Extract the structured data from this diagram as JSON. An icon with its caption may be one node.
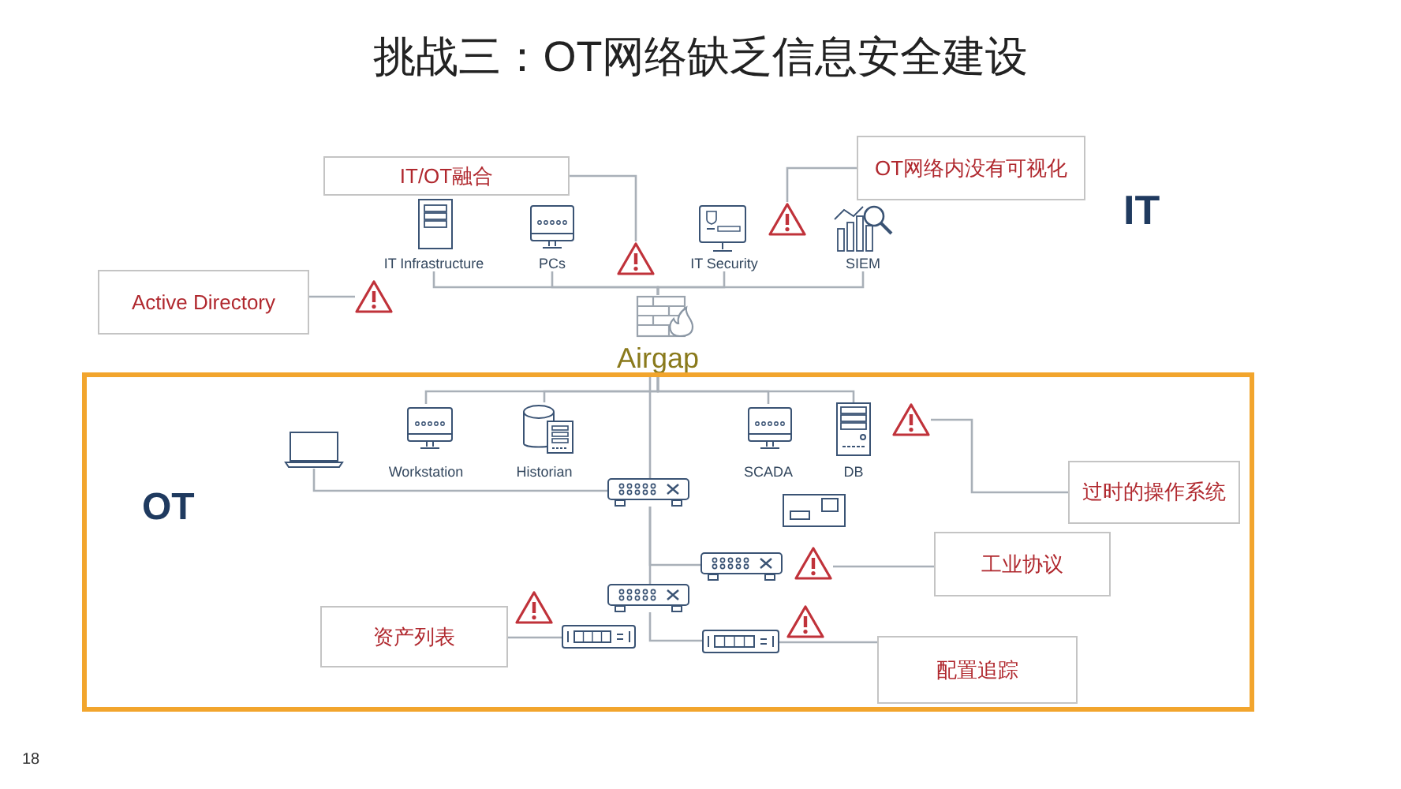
{
  "diagram": {
    "title": "挑战三：OT网络缺乏信息安全建设",
    "nodes": [
      {
        "text": [
          "IT/OT融合"
        ]
      },
      {
        "text": [
          "OT网络内没有可视化"
        ]
      },
      {
        "text": [
          "IT Infrastructure"
        ]
      },
      {
        "text": [
          "PCs"
        ]
      },
      {
        "text": [],
        "shape": "triangle"
      },
      {
        "text": [
          "IT Security"
        ]
      },
      {
        "text": [],
        "shape": "triangle"
      },
      {
        "text": [
          "SIEM"
        ]
      },
      {
        "text": [
          "Active Directory"
        ]
      },
      {
        "text": [],
        "shape": "triangle"
      },
      {
        "text": [],
        "shape": "firewall",
        "beside": [
          "Airgap"
        ]
      },
      {
        "text": [
          "OT"
        ]
      },
      {
        "text": [],
        "shape": "laptop",
        "in": 11
      },
      {
        "text": [
          "Workstation"
        ],
        "in": 11
      },
      {
        "text": [
          "Historian"
        ],
        "in": 11
      },
      {
        "text": [
          "SCADA"
        ],
        "in": 11
      },
      {
        "text": [
          "DB"
        ],
        "in": 11
      },
      {
        "text": [],
        "shape": "triangle",
        "in": 11
      },
      {
        "text": [
          "过时的操作系统"
        ],
        "in": 11
      },
      {
        "text": [],
        "shape": "switch",
        "in": 11
      },
      {
        "text": [],
        "shape": "box",
        "in": 11
      },
      {
        "text": [],
        "shape": "switch",
        "in": 11
      },
      {
        "text": [],
        "shape": "triangle",
        "in": 11
      },
      {
        "text": [
          "工业协议"
        ],
        "in": 11
      },
      {
        "text": [],
        "shape": "switch",
        "in": 11
      },
      {
        "text": [],
        "shape": "triangle",
        "in": 11
      },
      {
        "text": [
          "资产列表"
        ],
        "in": 11
      },
      {
        "text": [],
        "shape": "panel",
        "in": 11
      },
      {
        "text": [],
        "shape": "triangle",
        "in": 11
      },
      {
        "text": [],
        "shape": "panel",
        "in": 11
      },
      {
        "text": [
          "配置追踪"
        ],
        "in": 11
      }
    ],
    "edges": [
      {
        "from": 0,
        "to": 4,
        "arrow": "none"
      },
      {
        "from": 1,
        "to": 6,
        "arrow": "none"
      },
      {
        "from": 8,
        "to": 9,
        "arrow": "none"
      },
      {
        "from": 10,
        "to": 2,
        "arrow": "none"
      },
      {
        "from": 10,
        "to": 3,
        "arrow": "none"
      },
      {
        "from": 10,
        "to": 5,
        "arrow": "none"
      },
      {
        "from": 10,
        "to": 7,
        "arrow": "none"
      },
      {
        "from": 10,
        "to": 13,
        "arrow": "none"
      },
      {
        "from": 10,
        "to": 14,
        "arrow": "none"
      },
      {
        "from": 10,
        "to": 15,
        "arrow": "none"
      },
      {
        "from": 10,
        "to": 16,
        "arrow": "none"
      },
      {
        "from": 10,
        "to": 19,
        "arrow": "none"
      },
      {
        "from": 12,
        "to": 19,
        "arrow": "none"
      },
      {
        "from": 19,
        "to": 21,
        "arrow": "none"
      },
      {
        "from": 19,
        "to": 24,
        "arrow": "none"
      },
      {
        "from": 24,
        "to": 29,
        "arrow": "none"
      },
      {
        "from": 26,
        "to": 27,
        "arrow": "none"
      },
      {
        "from": 22,
        "to": 23,
        "arrow": "none"
      },
      {
        "from": 17,
        "to": 18,
        "arrow": "none"
      },
      {
        "from": 29,
        "to": 30,
        "arrow": "none"
      }
    ],
    "labels": [
      "IT",
      "18"
    ]
  }
}
